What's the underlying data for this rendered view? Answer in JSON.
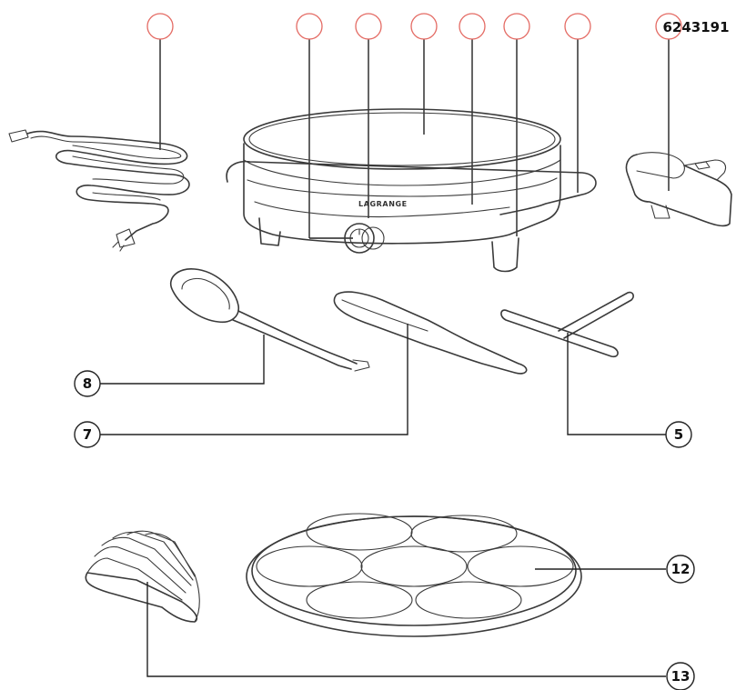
{
  "product_code": "6243191",
  "brand": "LAGRANGE",
  "callouts": {
    "c5": "5",
    "c7": "7",
    "c8": "8",
    "c12": "12",
    "c13": "13"
  },
  "colors": {
    "line": "#3a3a3a",
    "empty_callout": "#e46a63"
  }
}
